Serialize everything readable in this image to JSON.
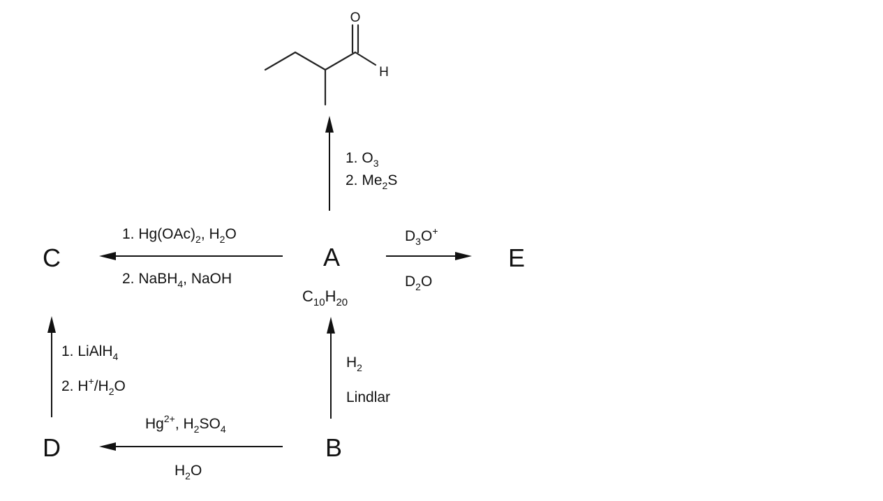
{
  "compounds": {
    "A": "A",
    "B": "B",
    "C": "C",
    "D": "D",
    "E": "E"
  },
  "formula_A": {
    "c": "C",
    "c_sub": "10",
    "h": "H",
    "h_sub": "20"
  },
  "product_structure": {
    "oxygen": "O",
    "hydrogen": "H"
  },
  "reactions": {
    "A_to_product": {
      "step1": {
        "prefix": "1. O",
        "sub": "3"
      },
      "step2": {
        "prefix": "2. Me",
        "sub": "2",
        "suffix": "S"
      }
    },
    "A_to_C": {
      "step1": {
        "prefix": "1. Hg(OAc)",
        "sub1": "2",
        "mid": ", H",
        "sub2": "2",
        "suffix": "O"
      },
      "step2": {
        "prefix": "2. NaBH",
        "sub": "4",
        "suffix": ", NaOH"
      }
    },
    "A_to_E": {
      "above": {
        "prefix": "D",
        "sub": "3",
        "mid": "O",
        "sup": "+"
      },
      "below": {
        "prefix": "D",
        "sub": "2",
        "suffix": "O"
      }
    },
    "D_to_C": {
      "step1": {
        "prefix": "1. LiAlH",
        "sub": "4"
      },
      "step2": {
        "prefix": "2. H",
        "sup": "+",
        "mid": "/H",
        "sub": "2",
        "suffix": "O"
      }
    },
    "B_to_A": {
      "above": {
        "prefix": "H",
        "sub": "2"
      },
      "below": "Lindlar"
    },
    "B_to_D": {
      "above": {
        "prefix": "Hg",
        "sup": "2+",
        "mid": ", H",
        "sub1": "2",
        "mid2": "SO",
        "sub2": "4"
      },
      "below": {
        "prefix": "H",
        "sub": "2",
        "suffix": "O"
      }
    }
  }
}
